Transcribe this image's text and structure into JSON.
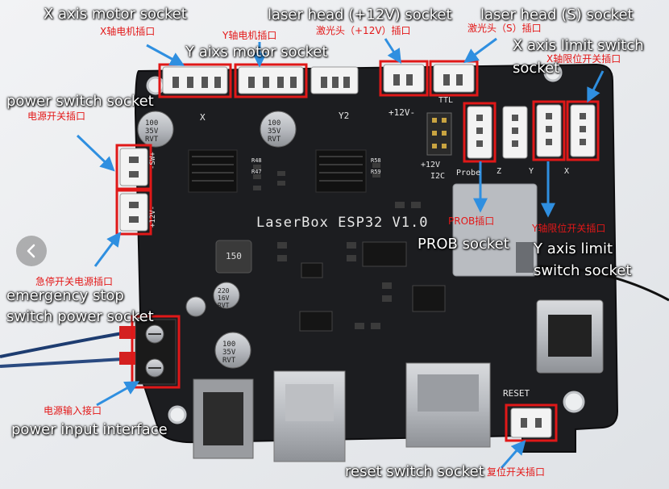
{
  "board": {
    "model": "LaserBox ESP32 V1.0",
    "silkscreen": {
      "x_motor": "X",
      "y2_motor": "Y2",
      "laser_12v": "+12V-",
      "ttl": "TTL",
      "laser_12v_header": "+12V",
      "i2c": "I2C",
      "probe": "Probe",
      "z_limit": "Z",
      "y_limit": "Y",
      "x_limit": "X",
      "power_switch": "-SW+",
      "estop_power": "+12V-",
      "reset": "RESET",
      "r48": "R48",
      "r47": "R47",
      "r58": "R58",
      "r59": "R59"
    },
    "components": {
      "cap_left": [
        "100",
        "35V",
        "RVT"
      ],
      "cap_mid": [
        "100",
        "35V",
        "RVT"
      ],
      "cap_bottom": [
        "100",
        "35V",
        "RVT"
      ],
      "cap_small": [
        "220",
        "16V",
        "RVT"
      ],
      "inductor": "150"
    }
  },
  "annotations": {
    "x_motor": {
      "en": "X axis motor socket",
      "cn": "X轴电机插口"
    },
    "y_motor": {
      "en": "Y aixs motor socket",
      "cn": "Y轴电机插口"
    },
    "laser_12v": {
      "en": "laser head (+12V) socket",
      "cn": "激光头（+12V）插口"
    },
    "laser_s": {
      "en": "laser head (S) socket",
      "cn": "激光头（S）插口"
    },
    "x_limit": {
      "en_line1": "X axis limit switch",
      "en_line2": "socket",
      "cn": "X轴限位开关插口"
    },
    "power_switch": {
      "en": "power switch socket",
      "cn": "电源开关插口"
    },
    "estop": {
      "cn": "急停开关电源插口",
      "en_line1": "emergency stop",
      "en_line2": "switch power socket"
    },
    "prob": {
      "cn": "PROB插口",
      "en": "PROB socket"
    },
    "y_limit": {
      "cn": "Y轴限位开关插口",
      "en_line1": "Y axis limit",
      "en_line2": "switch socket"
    },
    "power_input": {
      "cn": "电源输入接口",
      "en": "power input interface"
    },
    "reset": {
      "en": "reset switch socket",
      "cn": "复位开关插口"
    }
  },
  "colors": {
    "background": "#eceef0",
    "pcb": "#1c1d20",
    "highlight_box": "#e01818",
    "arrow": "#2f8fe0",
    "annotation_cn": "#e31818",
    "annotation_en": "#ffffff"
  },
  "icons": {
    "nav_prev": "chevron-left-icon"
  }
}
